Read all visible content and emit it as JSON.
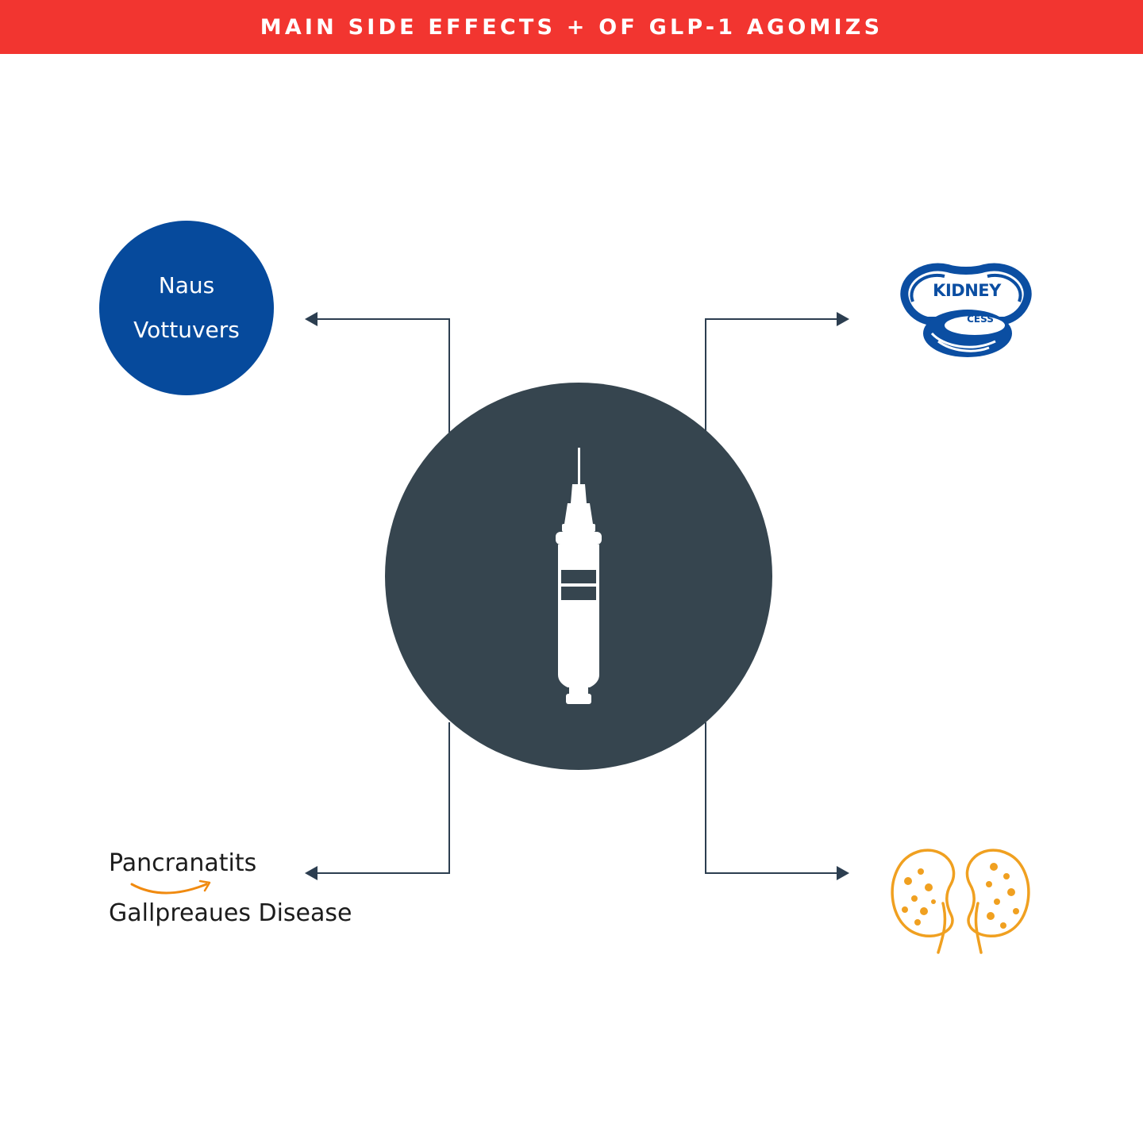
{
  "header": {
    "title": "MAIN SIDE EFFECTS + OF GLP-1 AGOMIZS"
  },
  "center": {
    "icon": "syringe-icon"
  },
  "nodes": {
    "top_left": {
      "line1": "Naus",
      "line2": "Vottuvers"
    },
    "top_right": {
      "icon": "kidney-badge-icon",
      "label": "KIDNEY",
      "sublabel": "CESS"
    },
    "bottom_left": {
      "line1": "Pancranatits",
      "line2": "Gallpreaues Disease"
    },
    "bottom_right": {
      "icon": "kidneys-icon"
    }
  },
  "colors": {
    "header": "#f23530",
    "center": "#36454f",
    "node_blue": "#064a9c",
    "accent_orange": "#f0a020",
    "connector": "#2c3e50"
  }
}
